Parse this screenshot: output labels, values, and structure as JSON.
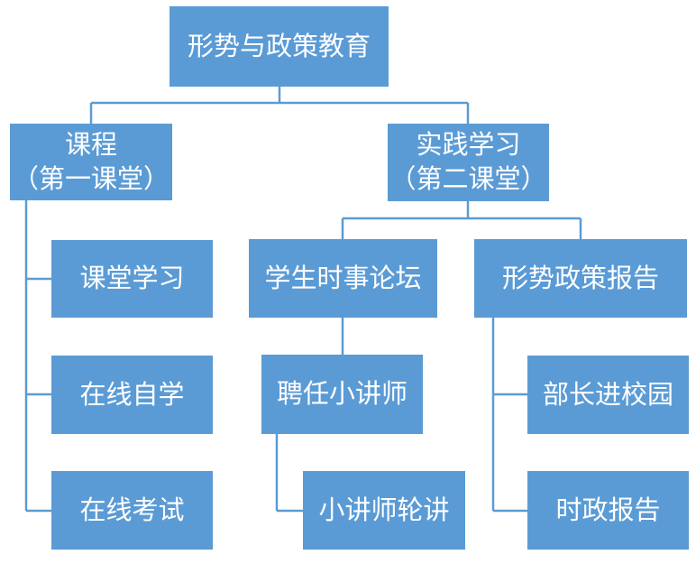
{
  "diagram": {
    "root": {
      "label": "形势与政策教育"
    },
    "course": {
      "line1": "课程",
      "line2": "（第一课堂）"
    },
    "practice": {
      "line1": "实践学习",
      "line2": "（第二课堂）"
    },
    "course_children": [
      "课堂学习",
      "在线自学",
      "在线考试"
    ],
    "forum": {
      "label": "学生时事论坛"
    },
    "report": {
      "label": "形势政策报告"
    },
    "forum_children": [
      "聘任小讲师",
      "小讲师轮讲"
    ],
    "report_children": [
      "部长进校园",
      "时政报告"
    ]
  },
  "colors": {
    "node_fill": "#5b9bd5",
    "connector": "#5b9bd5",
    "text": "#ffffff"
  }
}
